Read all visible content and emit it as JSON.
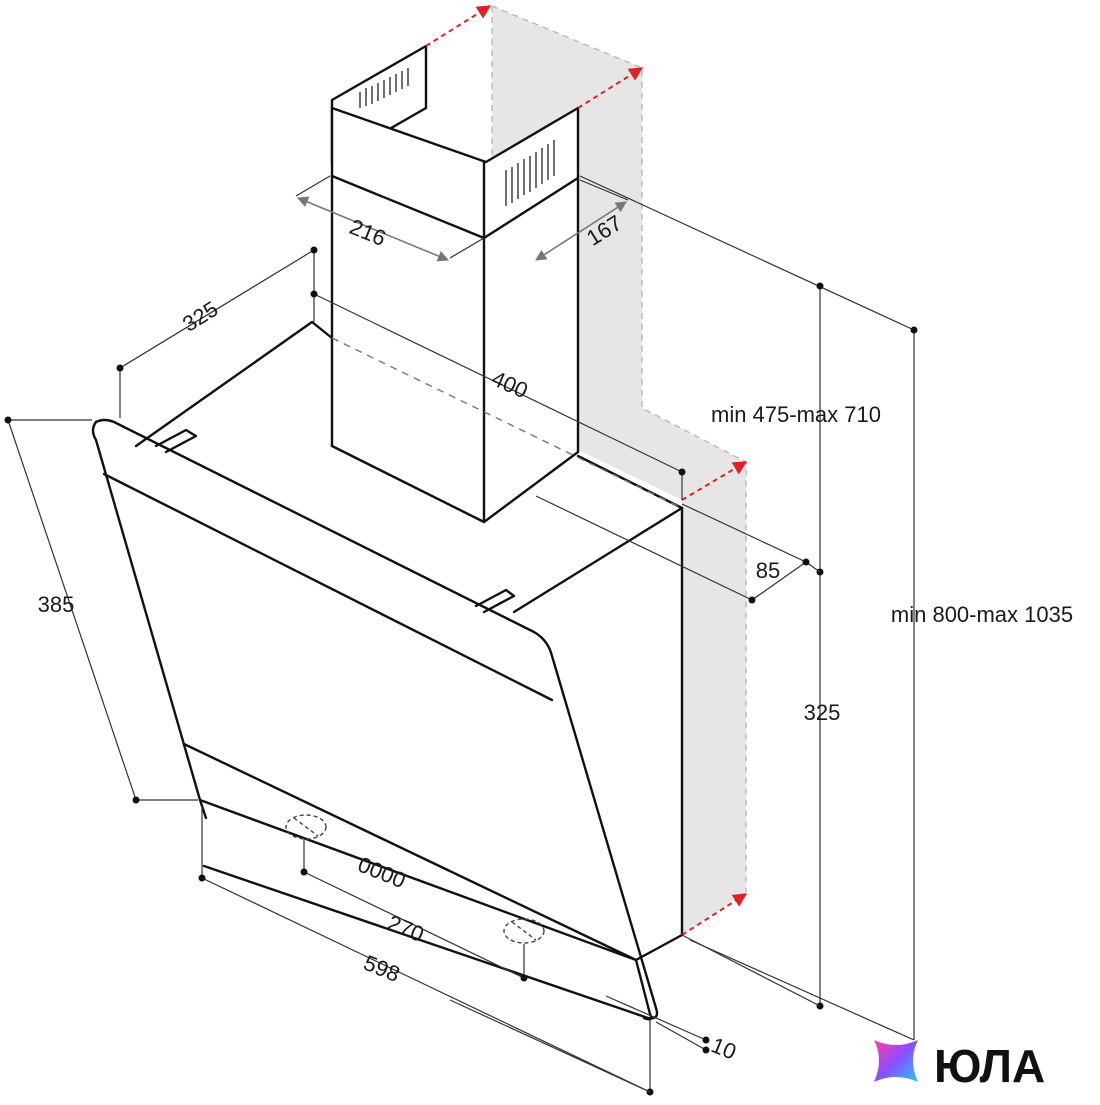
{
  "dimensions": {
    "chimney_width": "216",
    "chimney_depth": "167",
    "body_depth": "325",
    "body_width": "400",
    "glass_height": "385",
    "chimney_range": "min 475-max 710",
    "total_height_range": "min 800-max 1035",
    "chimney_offset": "85",
    "hood_height": "325",
    "control_spacing": "270",
    "overall_width": "598",
    "glass_thickness": "10"
  },
  "panel": {
    "display": "0000"
  },
  "brand": {
    "name": "ЮЛА",
    "logo_icon": "yula-star-icon",
    "colors": [
      "#ff3ea5",
      "#8a4dff",
      "#24c8ff"
    ]
  },
  "colors": {
    "wall_shading": "#e4e4e4",
    "outline": "#111111",
    "arrow": "#e22222"
  }
}
